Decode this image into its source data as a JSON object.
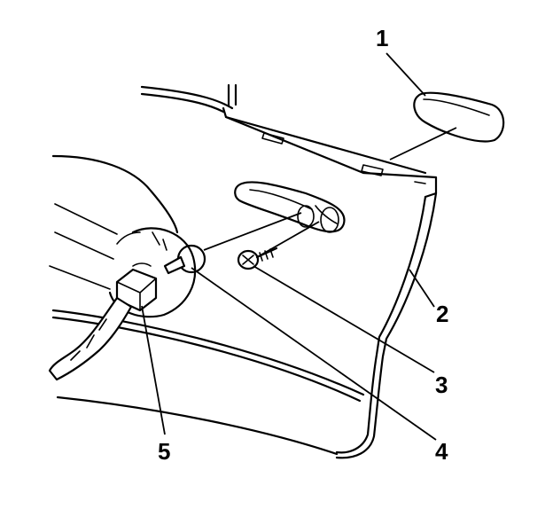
{
  "callouts": [
    {
      "id": "c1",
      "label": "1"
    },
    {
      "id": "c2",
      "label": "2"
    },
    {
      "id": "c3",
      "label": "3"
    },
    {
      "id": "c4",
      "label": "4"
    },
    {
      "id": "c5",
      "label": "5"
    }
  ]
}
